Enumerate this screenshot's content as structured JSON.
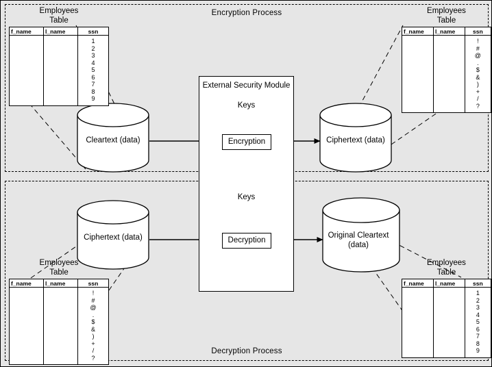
{
  "diagram": {
    "title_encryption": "Encryption Process",
    "title_decryption": "Decryption Process",
    "module": {
      "title": "External Security Module",
      "keys_label_encryption": "Keys",
      "keys_label_decryption": "Keys",
      "encryption_box": "Encryption",
      "decryption_box": "Decryption"
    },
    "cylinders": {
      "cleartext": "Cleartext (data)",
      "ciphertext_top": "Ciphertext (data)",
      "ciphertext_bottom": "Ciphertext (data)",
      "original_cleartext_line1": "Original Cleartext",
      "original_cleartext_line2": "(data)"
    },
    "tables": {
      "title": "Employees\nTable",
      "columns": [
        "f_name",
        "l_name",
        "ssn"
      ],
      "top_left_ssn": [
        "1",
        "2",
        "3",
        "4",
        "5",
        "6",
        "7",
        "8",
        "9"
      ],
      "top_right_ssn": [
        "!",
        "#",
        "@",
        ".",
        "$",
        "&",
        ")",
        "+",
        "/",
        "?"
      ],
      "bottom_left_ssn": [
        "!",
        "#",
        "@",
        ".",
        "$",
        "&",
        ")",
        "+",
        "/",
        "?"
      ],
      "bottom_right_ssn": [
        "1",
        "2",
        "3",
        "4",
        "5",
        "6",
        "7",
        "8",
        "9"
      ]
    },
    "colors": {
      "background": "#e6e6e6",
      "shape_fill": "#ffffff",
      "stroke": "#000000"
    }
  }
}
